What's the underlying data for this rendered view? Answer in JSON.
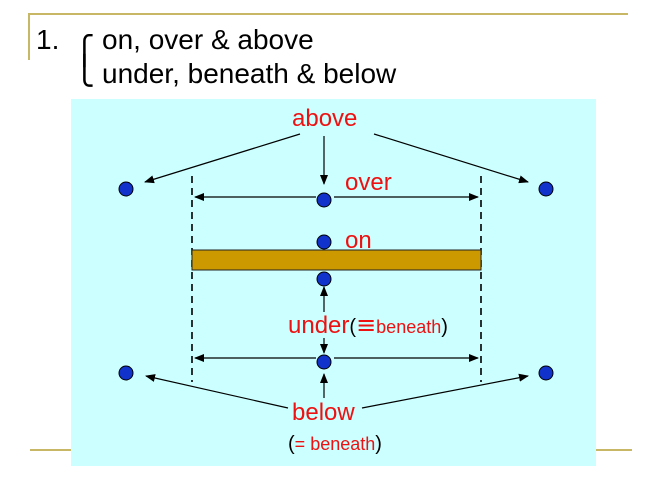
{
  "header": {
    "number": "1.",
    "line1": "on, over & above",
    "line2": "under, beneath & below"
  },
  "labels": {
    "above": "above",
    "over": "over",
    "on": "on",
    "under": "under",
    "under_paren_open": "(",
    "under_equiv": "≡",
    "under_beneath": "beneath",
    "under_paren_close": ")",
    "below": "below",
    "below_note_open": "(",
    "below_note_eq": "=",
    "below_note_word": "beneath",
    "below_note_close": ")"
  },
  "colors": {
    "panel": "#ccffff",
    "bar": "#cc9900",
    "dot": "#1133cc",
    "label": "#ee1111",
    "rule": "#c8b866"
  }
}
